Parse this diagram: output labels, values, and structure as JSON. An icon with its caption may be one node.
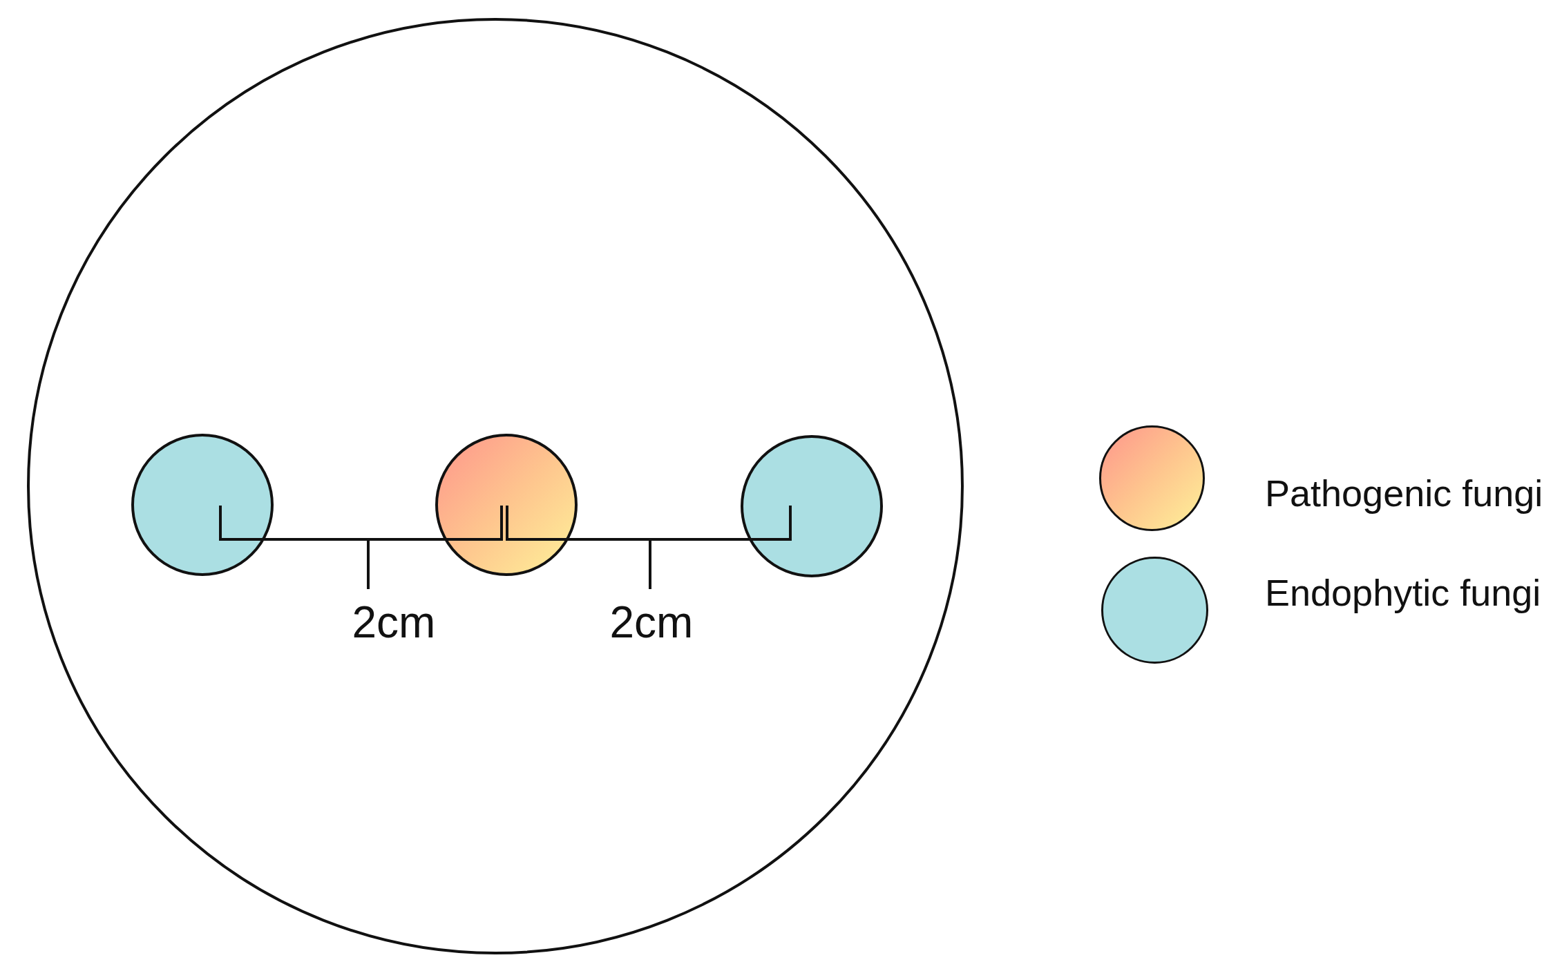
{
  "diagram": {
    "labels": [
      "2cm",
      "2cm"
    ],
    "legend": [
      {
        "text": "Pathogenic fungi",
        "color": "#fec58e"
      },
      {
        "text": "Endophytic fungi",
        "color": "#abdfe3"
      }
    ]
  }
}
